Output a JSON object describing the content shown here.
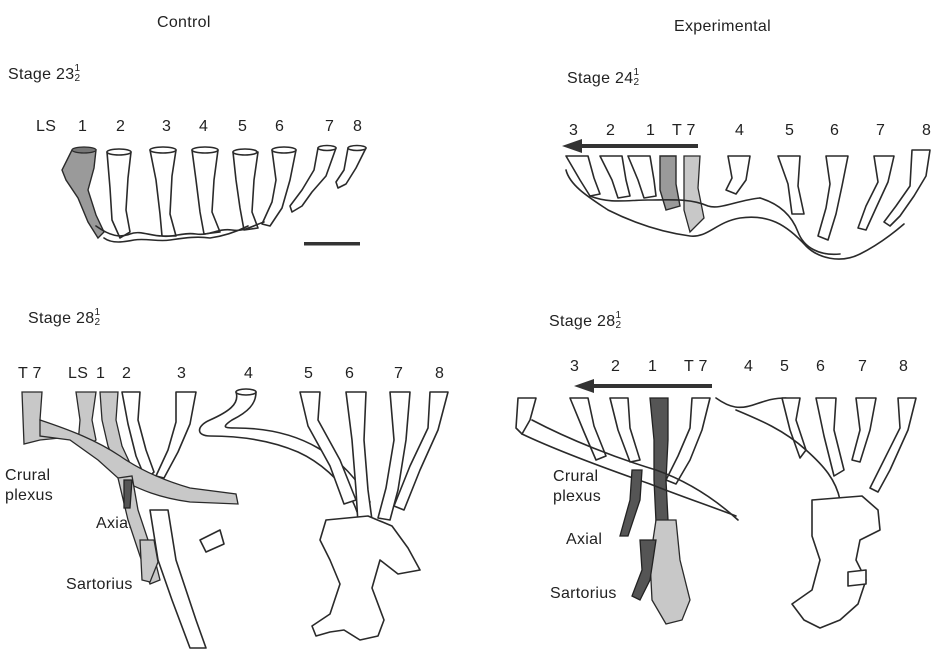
{
  "headers": {
    "control": "Control",
    "experimental": "Experimental"
  },
  "panels": {
    "top_left": {
      "stage_main": "Stage 23",
      "stage_num": "1",
      "stage_den": "2",
      "labels": [
        "LS",
        "1",
        "2",
        "3",
        "4",
        "5",
        "6",
        "7",
        "8"
      ]
    },
    "top_right": {
      "stage_main": "Stage 24",
      "stage_num": "1",
      "stage_den": "2",
      "labels": [
        "3",
        "2",
        "1",
        "T 7",
        "4",
        "5",
        "6",
        "7",
        "8"
      ]
    },
    "bottom_left": {
      "stage_main": "Stage 28",
      "stage_num": "1",
      "stage_den": "2",
      "labels": [
        "T 7",
        "LS",
        "1",
        "2",
        "3",
        "4",
        "5",
        "6",
        "7",
        "8"
      ],
      "annotations": {
        "crural1": "Crural",
        "crural2": "plexus",
        "axial": "Axial",
        "sartorius": "Sartorius"
      }
    },
    "bottom_right": {
      "stage_main": "Stage 28",
      "stage_num": "1",
      "stage_den": "2",
      "labels": [
        "3",
        "2",
        "1",
        "T 7",
        "4",
        "5",
        "6",
        "7",
        "8"
      ],
      "annotations": {
        "crural1": "Crural",
        "crural2": "plexus",
        "axial": "Axial",
        "sartorius": "Sartorius"
      }
    }
  },
  "colors": {
    "line": "#2a2a2a",
    "shade": "#9a9a9a",
    "arrow": "#333333"
  }
}
